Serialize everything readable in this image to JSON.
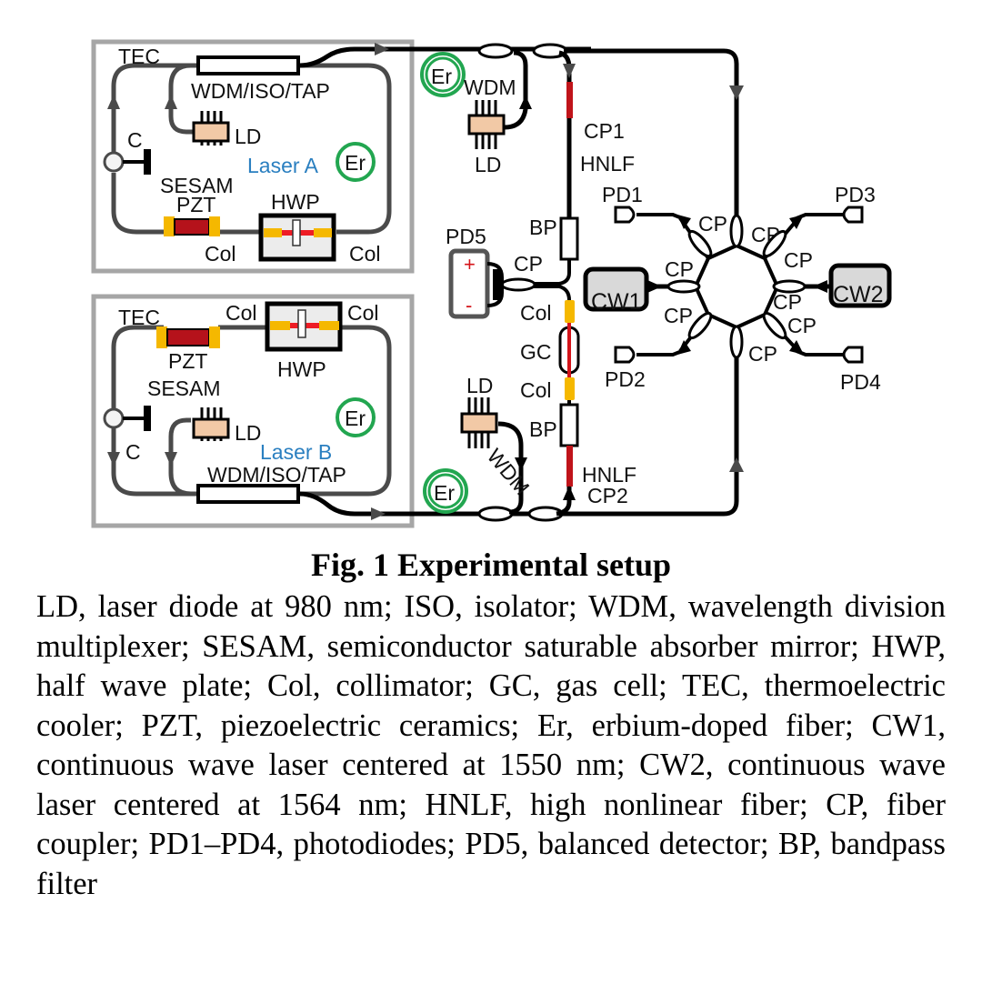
{
  "figure": {
    "title": "Fig. 1  Experimental setup",
    "caption": "LD, laser diode at 980 nm; ISO, isolator; WDM, wavelength division multiplexer; SESAM, semiconductor saturable absorber mirror; HWP, half wave plate; Col, collimator; GC, gas cell; TEC, thermoelectric cooler; PZT, piezoelectric ceramics; Er, erbium-doped fiber; CW1, continuous wave laser centered at 1550 nm; CW2, continuous wave laser centered at 1564 nm; HNLF, high nonlinear fiber; CP, fiber coupler; PD1–PD4, photodiodes; PD5, balanced detector; BP, bandpass filter"
  },
  "colors": {
    "fiber_dark": "#000000",
    "fiber_grey": "#4a4a4a",
    "box_border": "#a6a6a6",
    "erbium": "#22a650",
    "hnlf": "#c0141a",
    "pzt": "#b5121b",
    "collimator": "#f5b800",
    "ld_body": "#f2c9a6",
    "cw_fill": "#d9d9d9",
    "laser_label": "#2a7fc0"
  },
  "laser_a": {
    "name": "Laser A",
    "tec": "TEC",
    "wdm_iso_tap": "WDM/ISO/TAP",
    "ld": "LD",
    "circulator": "C",
    "sesam": "SESAM",
    "pzt": "PZT",
    "hwp": "HWP",
    "col_left": "Col",
    "col_right": "Col",
    "er": "Er"
  },
  "laser_b": {
    "name": "Laser B",
    "tec": "TEC",
    "wdm_iso_tap": "WDM/ISO/TAP",
    "ld": "LD",
    "circulator": "C",
    "sesam": "SESAM",
    "pzt": "PZT",
    "hwp": "HWP",
    "col_left": "Col",
    "col_right": "Col",
    "er": "Er"
  },
  "amp_top": {
    "er": "Er",
    "wdm": "WDM",
    "ld": "LD"
  },
  "amp_bottom": {
    "er": "Er",
    "wdm": "WDM",
    "ld": "LD"
  },
  "center_path": {
    "cp1": "CP1",
    "hnlf_top": "HNLF",
    "bp_top": "BP",
    "pd5": "PD5",
    "pd5_plus": "+",
    "pd5_minus": "-",
    "cp": "CP",
    "col_top": "Col",
    "gc": "GC",
    "col_bottom": "Col",
    "bp_bottom": "BP",
    "hnlf_bottom": "HNLF",
    "cp2": "CP2"
  },
  "ring": {
    "cw1": "CW1",
    "cw2": "CW2",
    "pd1": "PD1",
    "pd2": "PD2",
    "pd3": "PD3",
    "pd4": "PD4",
    "cp_labels": [
      "CP",
      "CP",
      "CP",
      "CP",
      "CP",
      "CP",
      "CP",
      "CP",
      "CP"
    ]
  }
}
